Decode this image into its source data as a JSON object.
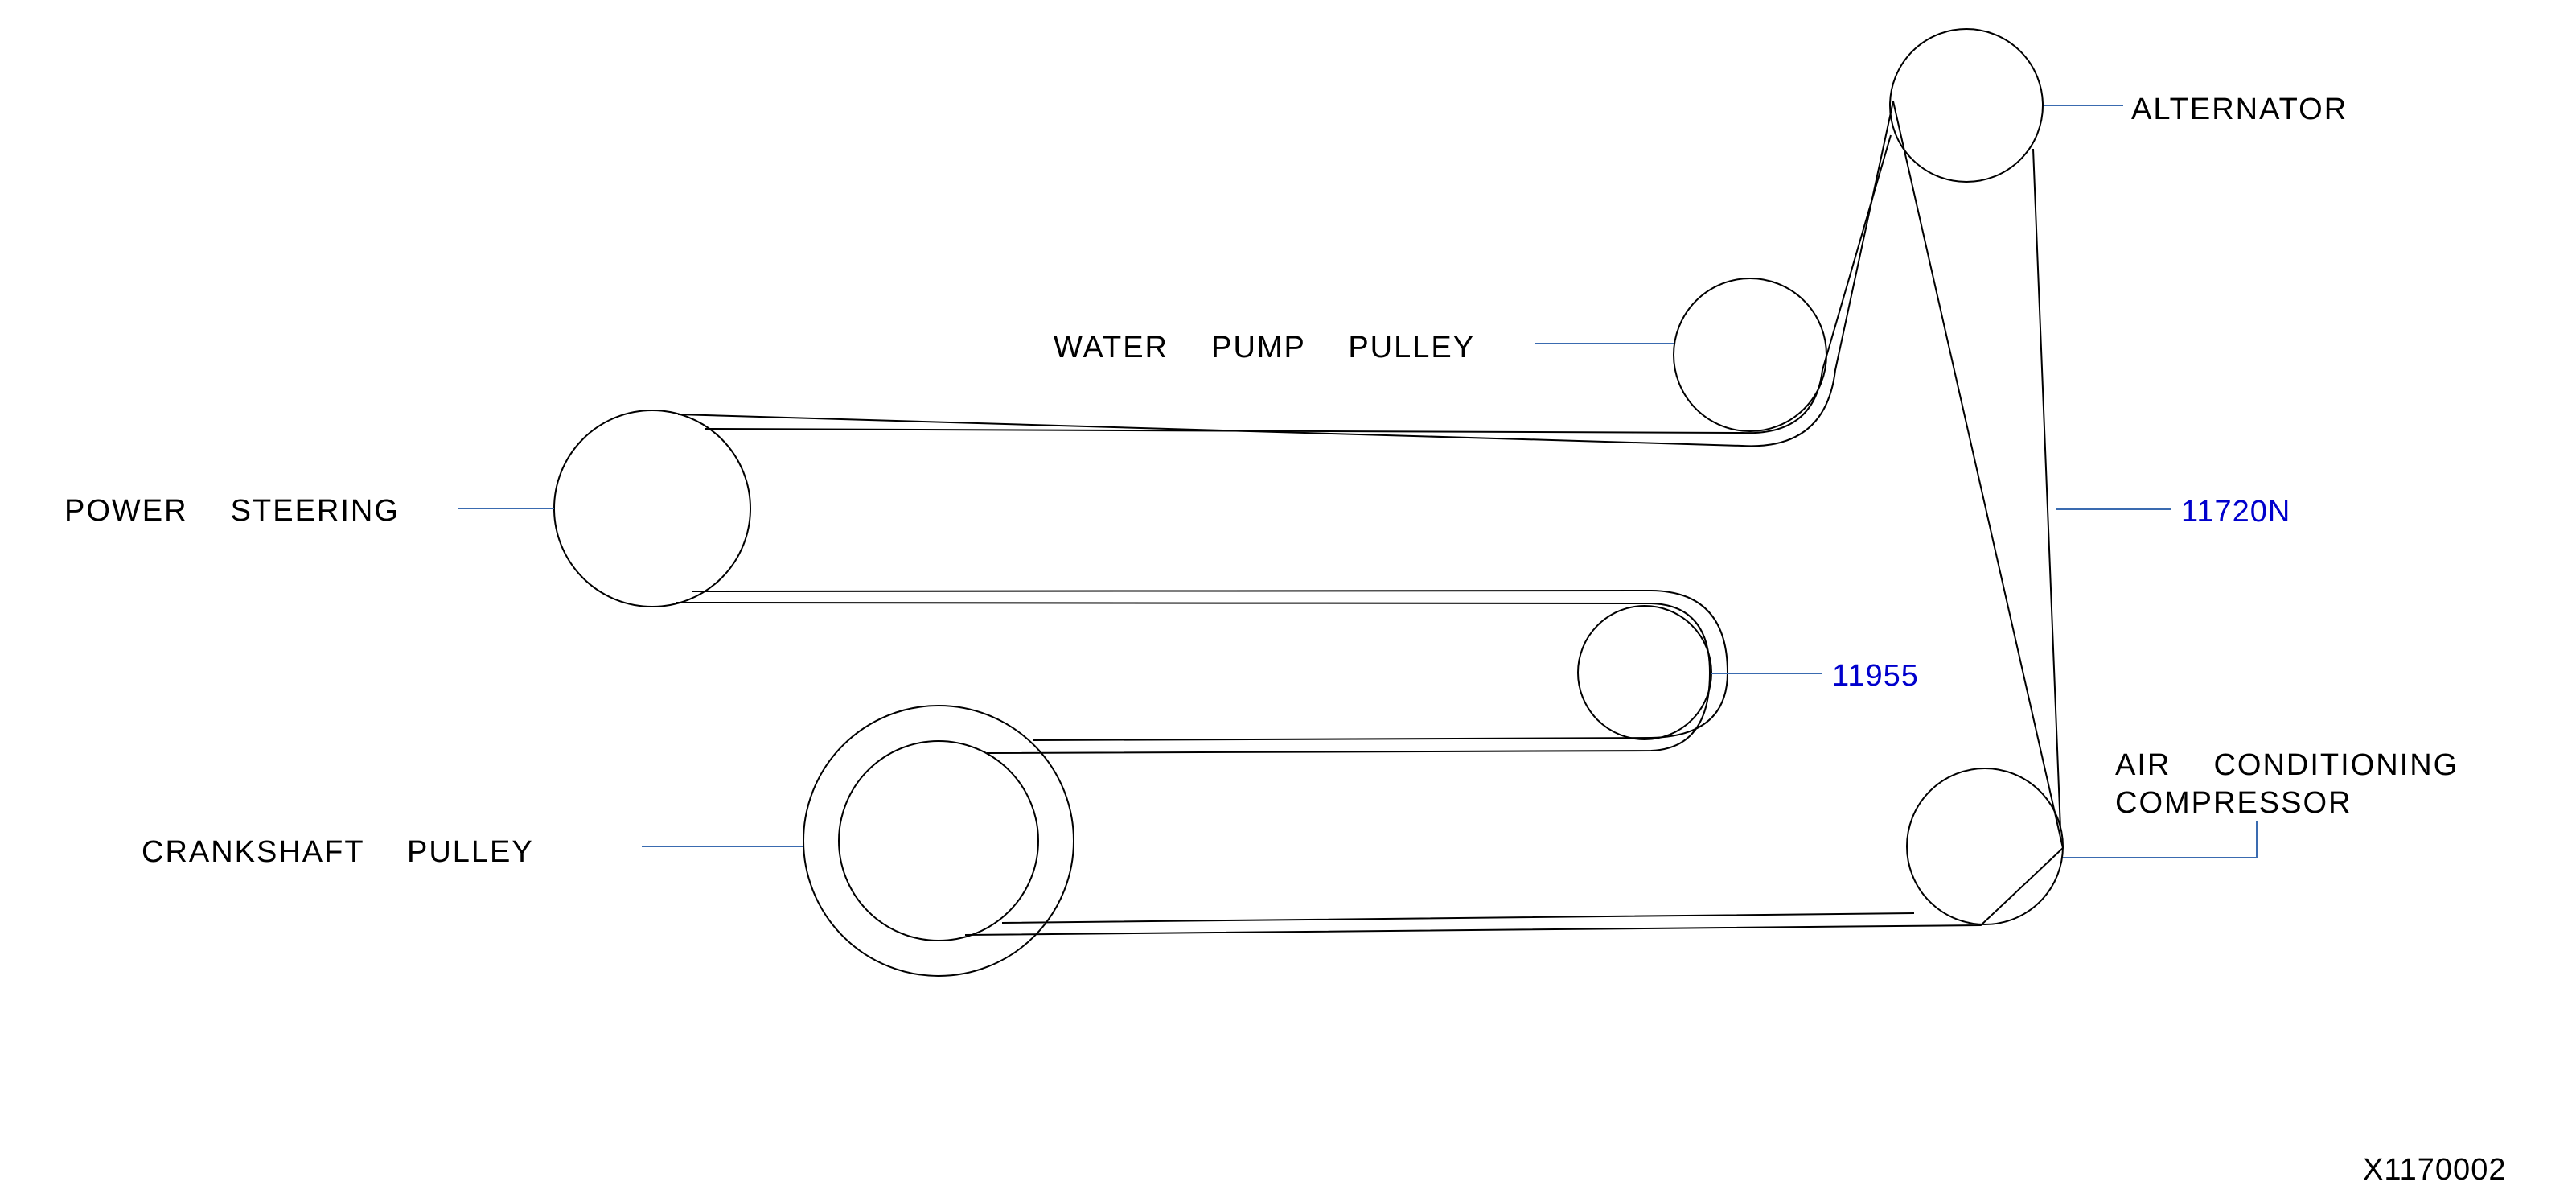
{
  "colors": {
    "line": "#000000",
    "leader": "#3a6bb0",
    "label_text": "#000000",
    "part_number_text": "#0000cc"
  },
  "labels": {
    "alternator": "ALTERNATOR",
    "water_pump_pulley": "WATER  PUMP  PULLEY",
    "power_steering": "POWER  STEERING",
    "crankshaft_pulley": "CRANKSHAFT  PULLEY",
    "air_conditioning_line1": "AIR  CONDITIONING",
    "air_conditioning_line2": "COMPRESSOR"
  },
  "part_numbers": {
    "belt": "11720N",
    "idler": "11955"
  },
  "figure_id": "X1170002"
}
